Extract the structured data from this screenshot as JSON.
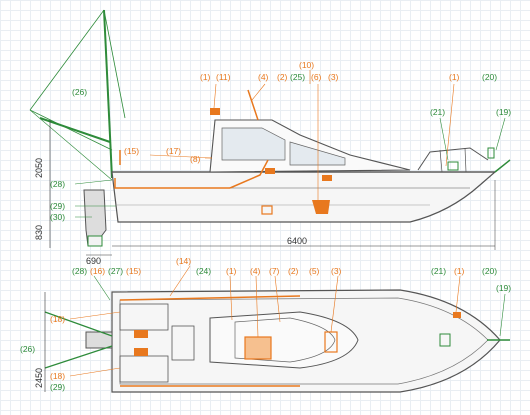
{
  "colors": {
    "orange": "#e8781e",
    "green": "#2e8b3a",
    "hull": "#555555",
    "grid": "#e9eef3"
  },
  "side_view": {
    "callouts": {
      "c1": "(1)",
      "c11": "(11)",
      "c4": "(4)",
      "c2": "(2)",
      "c25": "(25)",
      "c6": "(6)",
      "c3": "(3)",
      "c10": "(10)",
      "c1b": "(1)",
      "c20": "(20)",
      "c26": "(26)",
      "c21": "(21)",
      "c19": "(19)",
      "c15": "(15)",
      "c17": "(17)",
      "c8": "(8)",
      "c28": "(28)",
      "c29": "(29)",
      "c30": "(30)"
    },
    "dimensions": {
      "height": "2050",
      "draft": "830",
      "transom": "690",
      "length": "6400"
    }
  },
  "top_view": {
    "callouts": {
      "c28": "(28)",
      "c16": "(16)",
      "c27": "(27)",
      "c15": "(15)",
      "c14": "(14)",
      "c24": "(24)",
      "c1": "(1)",
      "c4": "(4)",
      "c7": "(7)",
      "c2": "(2)",
      "c5": "(5)",
      "c3": "(3)",
      "c21": "(21)",
      "c1b": "(1)",
      "c20": "(20)",
      "c19": "(19)",
      "c18a": "(18)",
      "c26": "(26)",
      "c18b": "(18)",
      "c29": "(29)"
    },
    "dimensions": {
      "beam": "2450"
    }
  }
}
